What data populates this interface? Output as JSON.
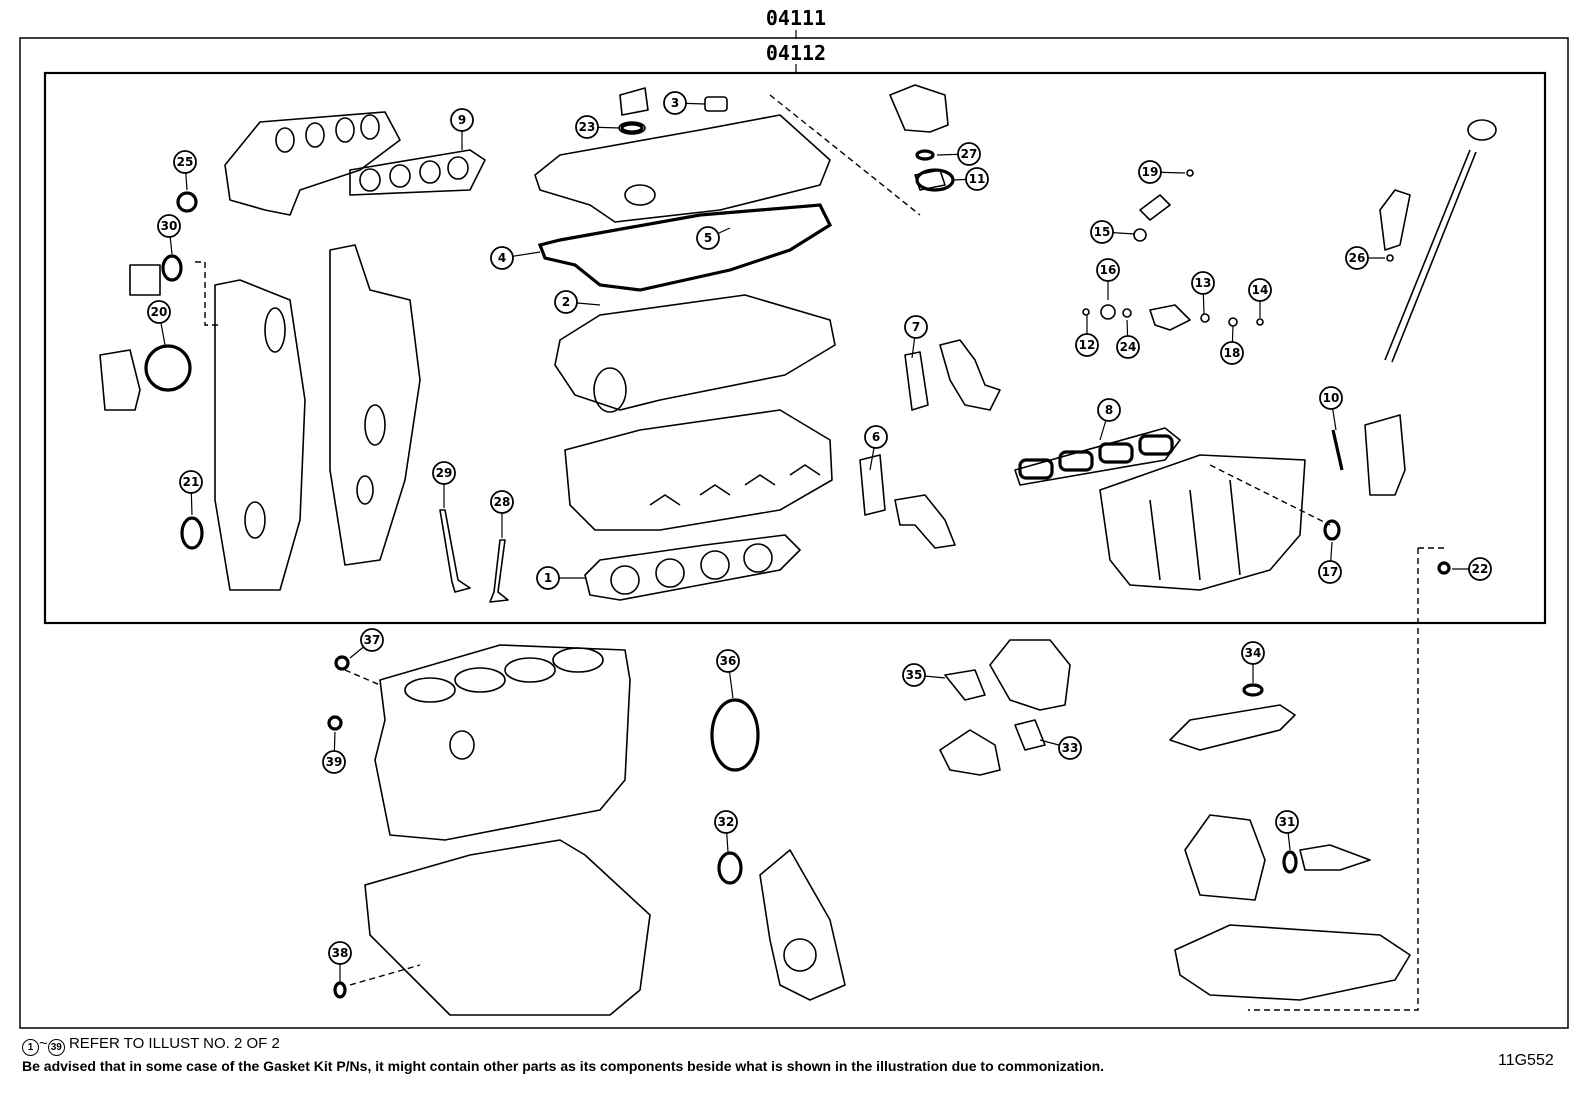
{
  "kits": {
    "outer": "04111",
    "inner": "04112"
  },
  "callouts": [
    "1",
    "2",
    "3",
    "4",
    "5",
    "6",
    "7",
    "8",
    "9",
    "10",
    "11",
    "12",
    "13",
    "14",
    "15",
    "16",
    "17",
    "18",
    "19",
    "20",
    "21",
    "22",
    "23",
    "24",
    "25",
    "26",
    "27",
    "28",
    "29",
    "30",
    "31",
    "32",
    "33",
    "34",
    "35",
    "36",
    "37",
    "38",
    "39"
  ],
  "notes": {
    "range_start": "1",
    "range_sep": "~",
    "range_end": "39",
    "refer": "REFER TO ILLUST NO. 2 OF 2",
    "advice": "Be advised that in some case of the Gasket Kit P/Ns,  it might contain other parts as its components beside what is shown in the illustration due to commonization."
  },
  "illustration_id": "11G552"
}
